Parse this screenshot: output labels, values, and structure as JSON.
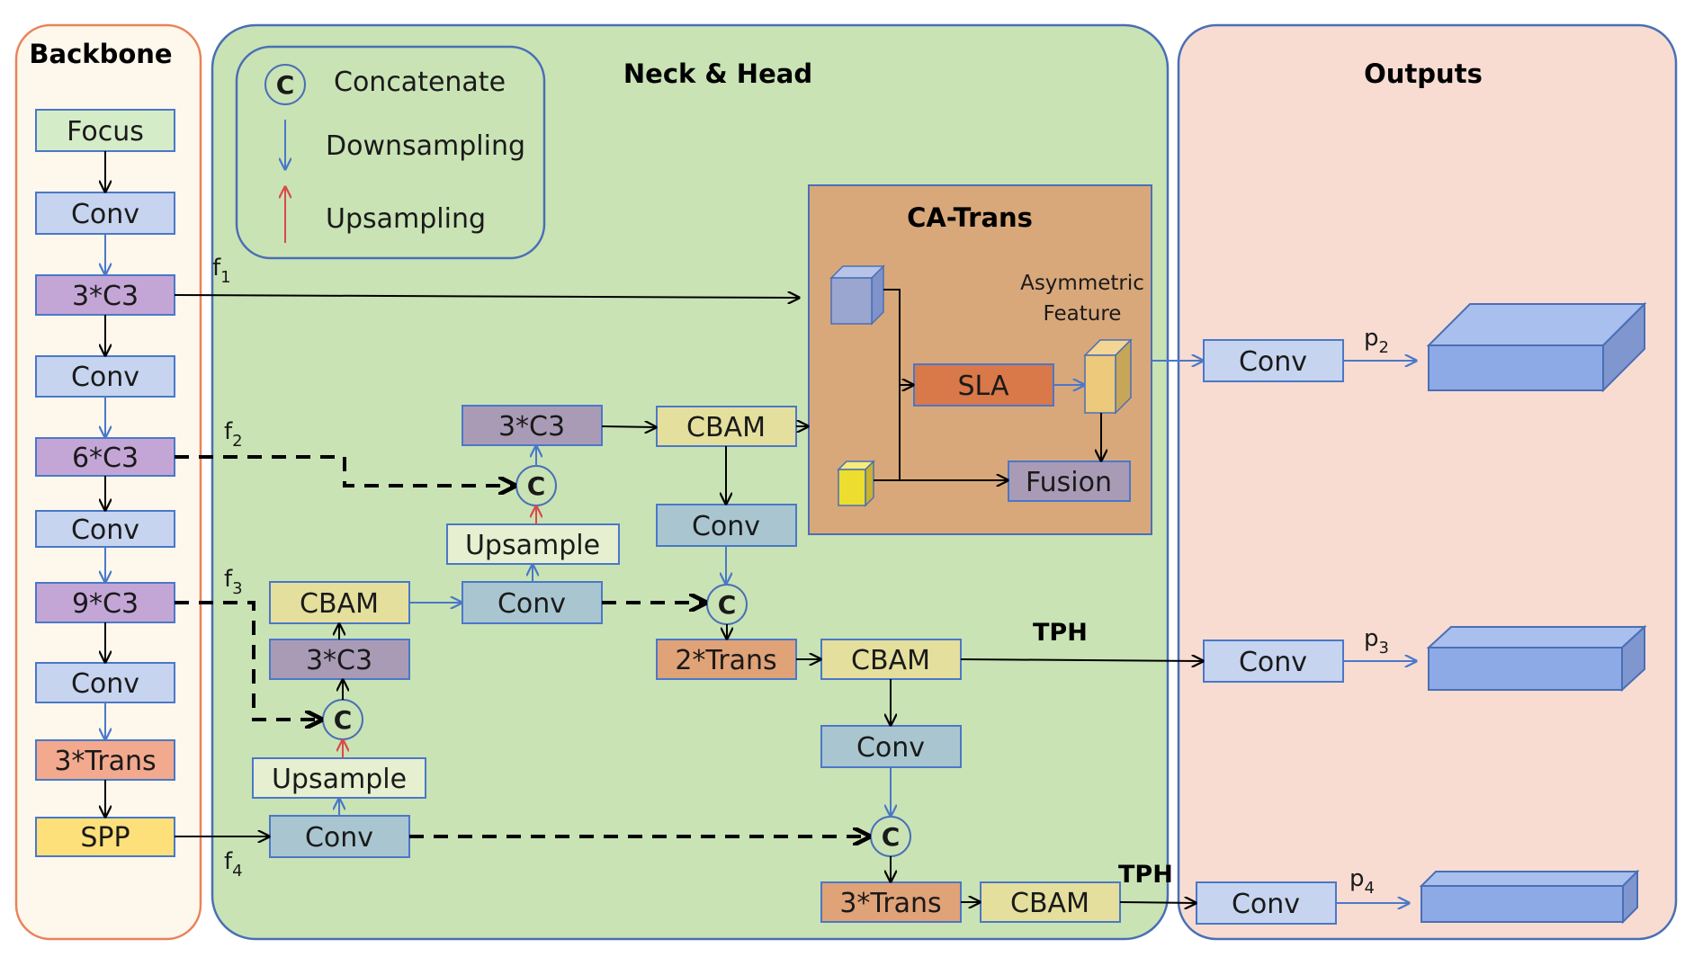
{
  "panels": {
    "backbone": "Backbone",
    "neck": "Neck & Head",
    "outputs": "Outputs",
    "ca_trans": "CA-Trans"
  },
  "legend": {
    "concat_symbol": "C",
    "concat": "Concatenate",
    "down": "Downsampling",
    "up": "Upsampling"
  },
  "backbone": {
    "focus": "Focus",
    "conv1": "Conv",
    "c3_3": "3*C3",
    "conv2": "Conv",
    "c3_6": "6*C3",
    "conv3": "Conv",
    "c3_9": "9*C3",
    "conv4": "Conv",
    "trans3": "3*Trans",
    "spp": "SPP"
  },
  "features": {
    "f": "f",
    "f1_sub": "1",
    "f2_sub": "2",
    "f3_sub": "3",
    "f4_sub": "4"
  },
  "neck": {
    "c3_top": "3*C3",
    "cbam_top": "CBAM",
    "upsample_top": "Upsample",
    "conv_top": "Conv",
    "cbam_left": "CBAM",
    "conv_mid": "Conv",
    "c3_left": "3*C3",
    "trans2": "2*Trans",
    "cbam_mid": "CBAM",
    "upsample_bottom": "Upsample",
    "conv_bottom": "Conv",
    "conv_right_mid": "Conv",
    "trans3": "3*Trans",
    "cbam_bottom": "CBAM",
    "tph1": "TPH",
    "tph2": "TPH"
  },
  "ca": {
    "asym_line1": "Asymmetric",
    "asym_line2": "Feature",
    "sla": "SLA",
    "fusion": "Fusion"
  },
  "outputs": {
    "conv1": "Conv",
    "conv2": "Conv",
    "conv3": "Conv",
    "p": "p",
    "p2_sub": "2",
    "p3_sub": "3",
    "p4_sub": "4"
  },
  "colors": {
    "backbone_bg": "#fdf7ec",
    "backbone_border": "#e9835a",
    "neck_bg": "#c9e3b5",
    "neck_border": "#4a6fb5",
    "outputs_bg": "#f8dcd2",
    "outputs_border": "#4a6fb5",
    "ca_bg": "#d9a87a",
    "ca_border": "#4a6fb5",
    "green_box": "#d5ecc8",
    "blue_box": "#c6d4ef",
    "purple_box": "#c4a6d6",
    "grey_purple": "#a99bb5",
    "teal_box": "#a9c6d0",
    "khaki_box": "#e4df9c",
    "pale_box": "#e6efcf",
    "salmon_box": "#f2a98d",
    "orange_box": "#e0a277",
    "yellow_box": "#fde07a",
    "sla_box": "#d97848",
    "cube_blue": "#8eaae6",
    "arrow_blue": "#4a78c8",
    "arrow_red": "#d94a4a"
  }
}
